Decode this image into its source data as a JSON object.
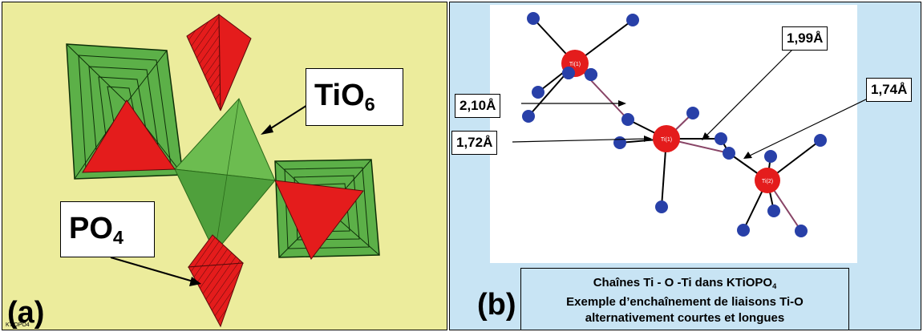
{
  "panel_a": {
    "letter": "(a)",
    "tio6_main": "TiO",
    "tio6_sub": "6",
    "po4_main": "PO",
    "po4_sub": "4",
    "tiny_label": "KTiOPO4"
  },
  "panel_b": {
    "letter": "(b)",
    "distances": {
      "d1": "1,99Å",
      "d2": "2,10Å",
      "d3": "1,74Å",
      "d4": "1,72Å"
    },
    "atoms": {
      "ti1": "Ti(1)",
      "ti2": "Ti(1)",
      "ti3": "Ti(2)"
    },
    "caption": {
      "line1_main": "Chaînes Ti - O -Ti dans KTiOPO",
      "line1_sub": "4",
      "line2": "Exemple d’enchaînement de  liaisons Ti-O",
      "line3": "alternativement courtes et longues"
    }
  },
  "colors": {
    "panel_a_bg": "#ecec9c",
    "panel_b_bg": "#c8e4f4",
    "green": "#5cb048",
    "red": "#e41c1c",
    "oxygen_blue": "#2840a8",
    "ti_red": "#e41c1c"
  }
}
